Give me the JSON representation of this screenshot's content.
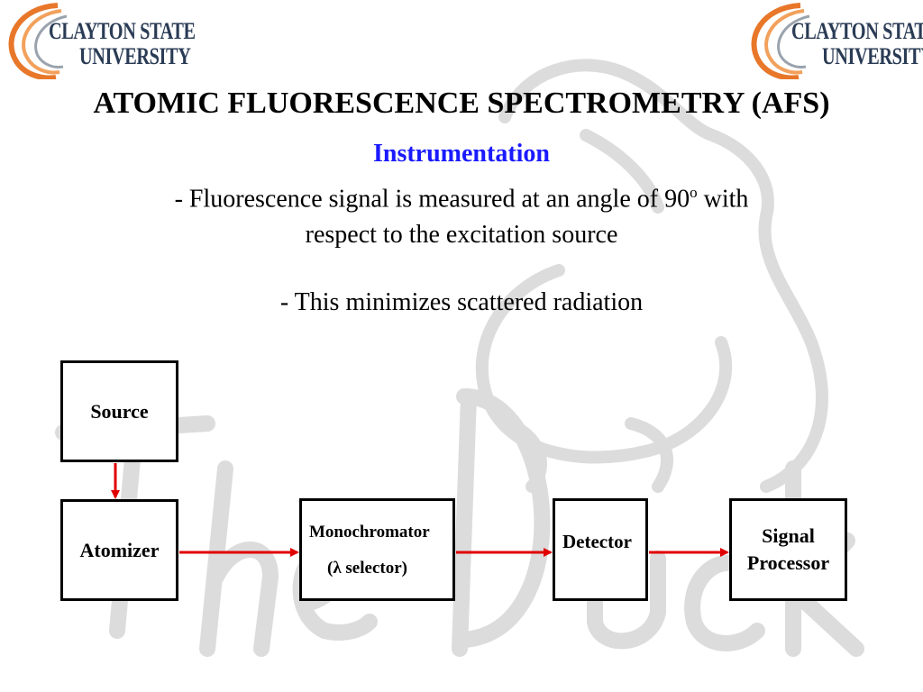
{
  "logo": {
    "line1": "CLAYTON STATE",
    "line2": "UNIVERSITY",
    "arc_colors": [
      "#e8772a",
      "#f2a15c",
      "#9aa3ad"
    ],
    "text_color": "#2a3b55"
  },
  "watermark": {
    "text": "The Duck",
    "color": "#d9d9d9"
  },
  "slide": {
    "title": "ATOMIC FLUORESCENCE SPECTROMETRY (AFS)",
    "subtitle": "Instrumentation",
    "bullet1_line1": "- Fluorescence signal is measured at an angle of 90",
    "bullet1_sup": "o",
    "bullet1_line1_end": " with",
    "bullet1_line2": "respect to the excitation source",
    "bullet2": "- This minimizes scattered radiation"
  },
  "diagram": {
    "source": "Source",
    "atomizer": "Atomizer",
    "monochromator": "Monochromator",
    "monochromator_sub": "(λ selector)",
    "detector": "Detector",
    "signal_line1": "Signal",
    "signal_line2": "Processor",
    "arrow_color": "#e00000"
  }
}
